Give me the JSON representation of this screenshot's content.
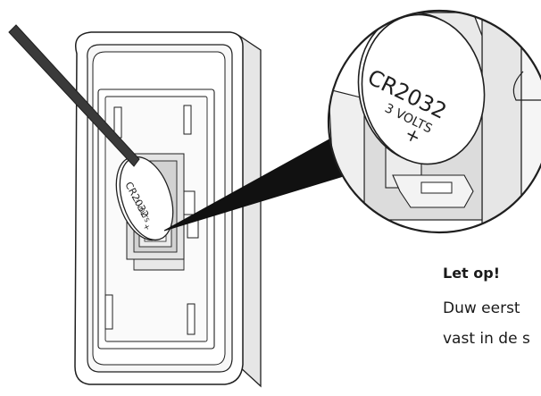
{
  "battery": {
    "model": "CR2032",
    "voltage": "3 VOLTS",
    "polarity": "+"
  },
  "note": {
    "title": "Let op!",
    "line1": "Duw eerst",
    "line2": "vast in de s"
  },
  "colors": {
    "stroke": "#1f1f1f",
    "tool": "#2e2e2e",
    "callout": "#111111",
    "shade": "#d8d8d8",
    "shade_light": "#ececec",
    "background": "#ffffff"
  }
}
